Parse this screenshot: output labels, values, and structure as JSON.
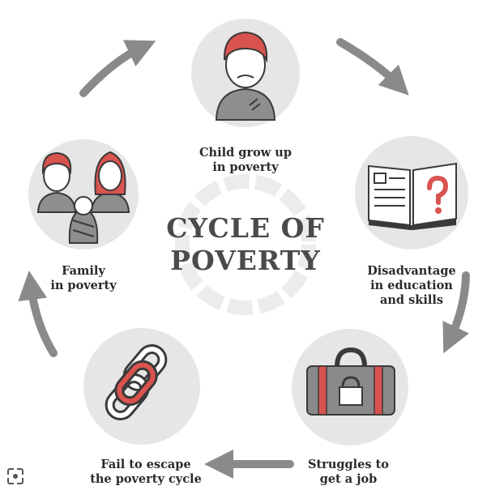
{
  "title": {
    "line1": "CYCLE OF",
    "line2": "POVERTY"
  },
  "stages": [
    {
      "id": "child",
      "line1": "Child grow up",
      "line2": "in poverty",
      "icon": "sad-child-icon"
    },
    {
      "id": "education",
      "line1": "Disadvantage",
      "line2": "in education",
      "line3": "and skills",
      "icon": "open-book-question-icon"
    },
    {
      "id": "job",
      "line1": "Struggles to",
      "line2": "get a job",
      "icon": "locked-briefcase-icon"
    },
    {
      "id": "escape",
      "line1": "Fail to escape",
      "line2": "the poverty cycle",
      "icon": "broken-chain-icon"
    },
    {
      "id": "family",
      "line1": "Family",
      "line2": "in poverty",
      "icon": "family-with-baby-icon"
    }
  ],
  "colors": {
    "accent": "#d9534f",
    "dark": "#3a3a3a",
    "gray": "#8a8a8a",
    "circle": "#e6e6e6",
    "arrow": "#8a8a8a"
  },
  "lens_icon": "image-search-icon"
}
